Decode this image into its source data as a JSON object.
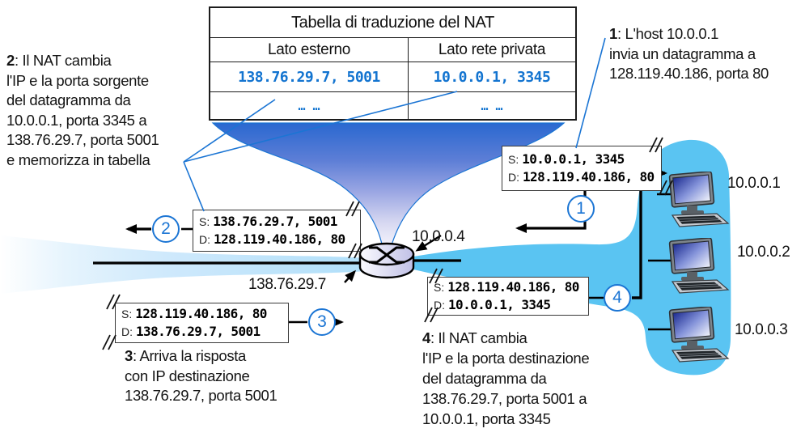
{
  "diagram_title_context": "NAT translation diagram",
  "table": {
    "title": "Tabella di traduzione del NAT",
    "columns": [
      "Lato esterno",
      "Lato rete privata"
    ],
    "rows": [
      [
        "138.76.29.7, 5001",
        "10.0.0.1, 3345"
      ],
      [
        "… …",
        "… …"
      ]
    ]
  },
  "notes": {
    "n1": {
      "num": "1",
      "body": ": L'host 10.0.0.1\ninvia un datagramma a\n128.119.40.186, porta 80"
    },
    "n2": {
      "num": "2",
      "body": ": Il NAT cambia\nl'IP e la porta sorgente\ndel datagramma da\n10.0.0.1, porta 3345 a\n138.76.29.7, porta 5001\ne memorizza in tabella"
    },
    "n3": {
      "num": "3",
      "body": ": Arriva la risposta\ncon IP destinazione\n138.76.29.7, porta 5001"
    },
    "n4": {
      "num": "4",
      "body": ": Il NAT cambia\nl'IP e la porta destinazione\ndel datagramma da\n138.76.29.7, porta 5001 a\n10.0.0.1, porta 3345"
    }
  },
  "packets": {
    "p1": {
      "s_label": "S:",
      "s": "10.0.0.1, 3345",
      "d_label": "D:",
      "d": "128.119.40.186, 80",
      "step": "1"
    },
    "p2": {
      "s_label": "S:",
      "s": "138.76.29.7, 5001",
      "d_label": "D:",
      "d": "128.119.40.186, 80",
      "step": "2"
    },
    "p3": {
      "s_label": "S:",
      "s": "128.119.40.186, 80",
      "d_label": "D:",
      "d": "138.76.29.7, 5001",
      "step": "3"
    },
    "p4": {
      "s_label": "S:",
      "s": "128.119.40.186, 80",
      "d_label": "D:",
      "d": "10.0.0.1, 3345",
      "step": "4"
    }
  },
  "router": {
    "lan_ip": "10.0.0.4",
    "wan_ip": "138.76.29.7"
  },
  "hosts": [
    {
      "ip": "10.0.0.1"
    },
    {
      "ip": "10.0.0.2"
    },
    {
      "ip": "10.0.0.3"
    }
  ],
  "colors": {
    "accent_blue": "#1b75d4",
    "table_value_blue": "#1374d0",
    "lan_cloud_blue": "#5ac4f2",
    "funnel_top_blue": "#2a68d0"
  }
}
